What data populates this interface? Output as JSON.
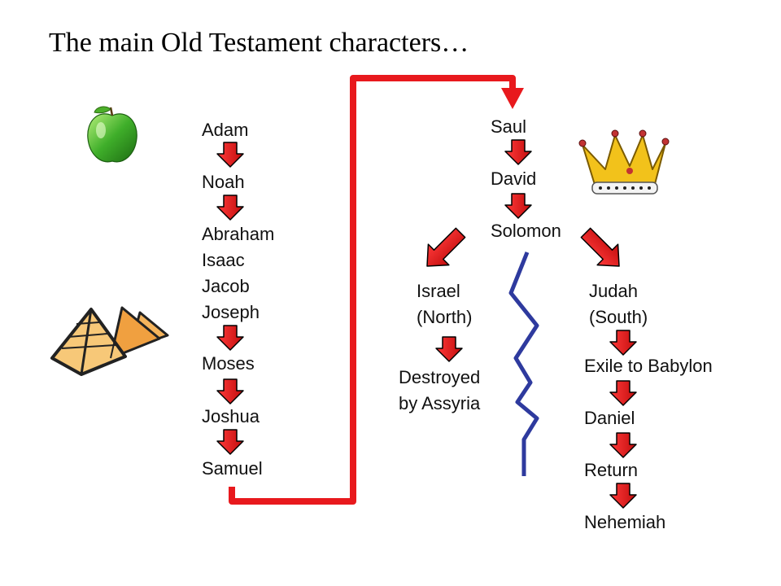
{
  "title": "The main Old Testament characters…",
  "left_column": {
    "adam": "Adam",
    "noah": "Noah",
    "abraham": "Abraham",
    "isaac": "Isaac",
    "jacob": "Jacob",
    "joseph": "Joseph",
    "moses": "Moses",
    "joshua": "Joshua",
    "samuel": "Samuel"
  },
  "kings": {
    "saul": "Saul",
    "david": "David",
    "solomon": "Solomon"
  },
  "israel": {
    "name": "Israel",
    "region": "(North)",
    "fate_line1": "Destroyed",
    "fate_line2": "by Assyria"
  },
  "judah": {
    "name": "Judah",
    "region": "(South)",
    "exile": "Exile to Babylon",
    "daniel": "Daniel",
    "return": "Return",
    "nehemiah": "Nehemiah"
  },
  "colors": {
    "arrow_red": "#e01b1b",
    "connector_red": "#e8191d",
    "divider_blue": "#2e3a9e",
    "apple_green": "#3fae2a",
    "crown_gold": "#f2c21b",
    "pyramid_orange": "#f0a040"
  },
  "icons": [
    "apple-icon",
    "pyramids-icon",
    "crown-icon"
  ]
}
